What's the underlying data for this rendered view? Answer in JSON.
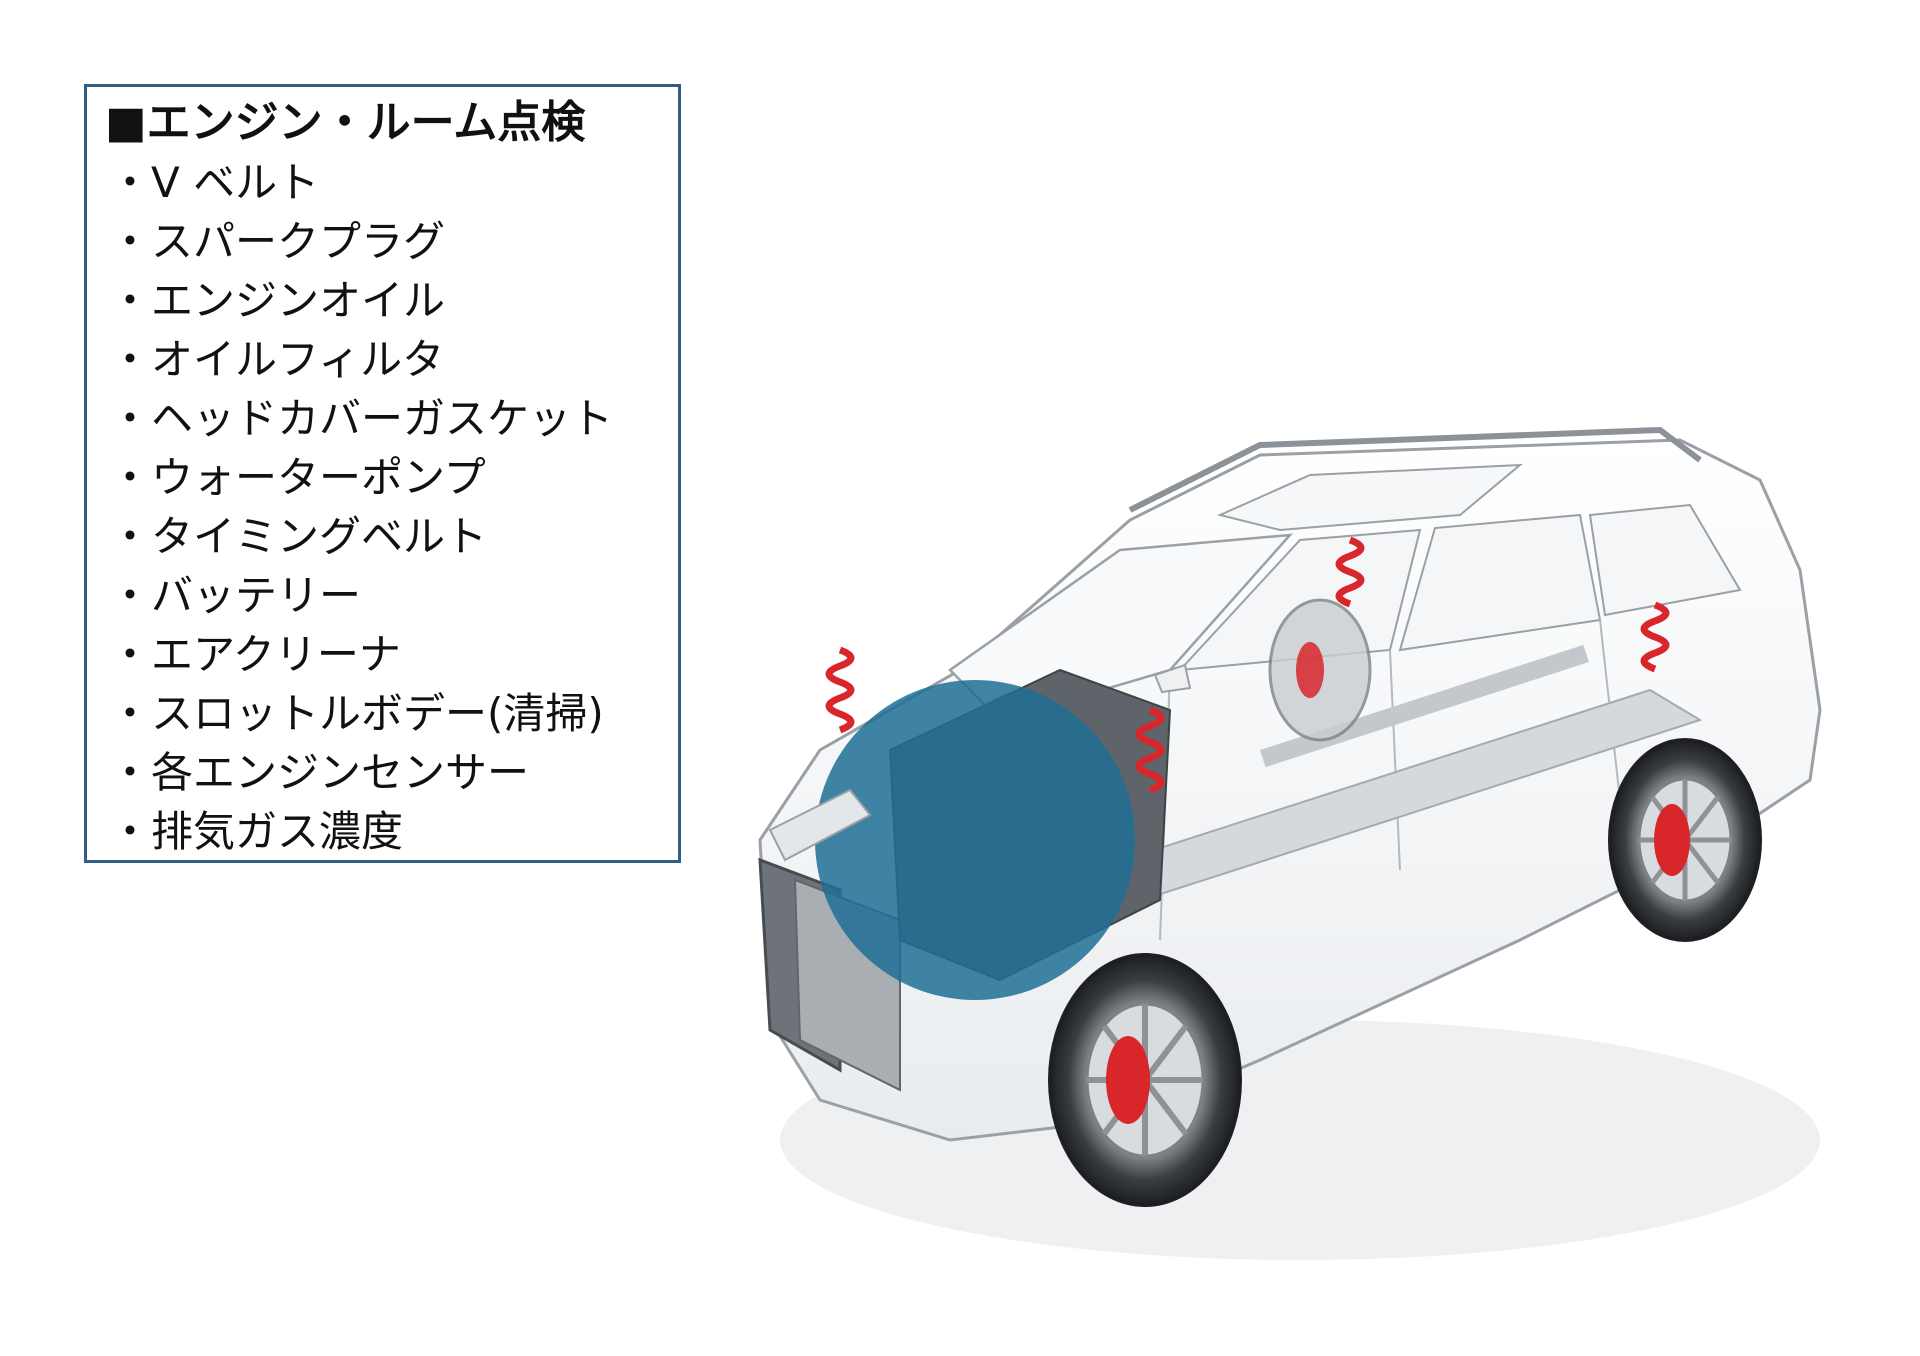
{
  "checklist": {
    "title": "■エンジン・ルーム点検",
    "items": [
      "・V ベルト",
      "・スパークプラグ",
      "・エンジンオイル",
      "・オイルフィルタ",
      "・ヘッドカバーガスケット",
      "・ウォーターポンプ",
      "・タイミングベルト",
      "・バッテリー",
      "・エアクリーナ",
      "・スロットルボデー(清掃)",
      "・各エンジンセンサー",
      "・排気ガス濃度"
    ]
  },
  "illustration": {
    "subject": "car-cutaway-illustration",
    "highlight_color": "#1f6f95",
    "spring_color": "#d8262b"
  }
}
